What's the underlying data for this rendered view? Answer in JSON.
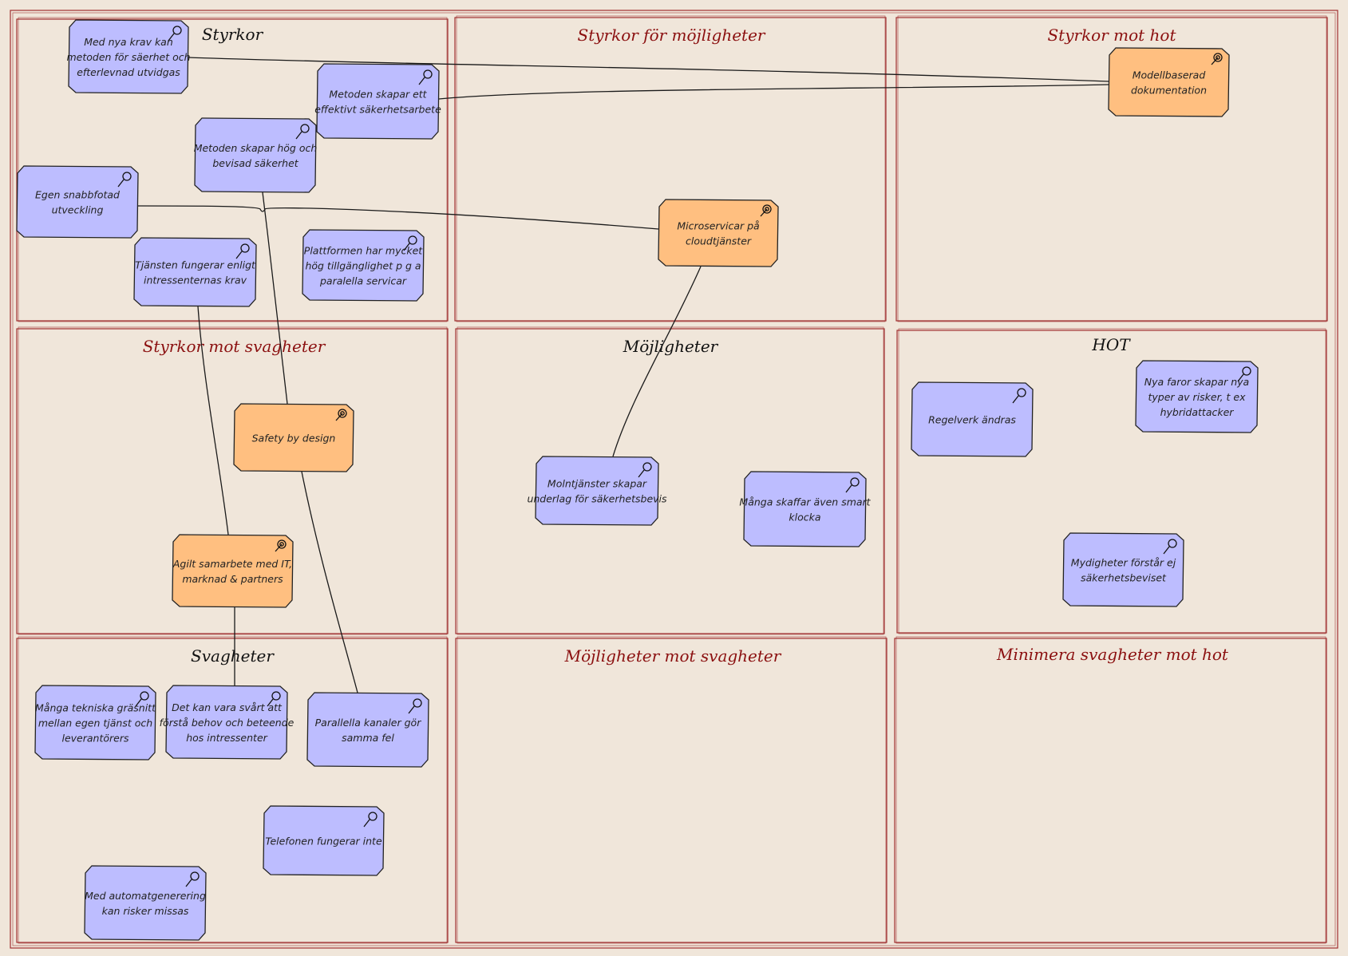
{
  "colors": {
    "background": "#f0e6da",
    "frame": "#a03030",
    "title_red": "#8b1010",
    "title_dark": "#111111",
    "note_blue": "#bdbdff",
    "note_orange": "#ffbf80"
  },
  "cells": [
    {
      "id": "c00",
      "title": "Styrkor",
      "style": "dark"
    },
    {
      "id": "c01",
      "title": "Styrkor för möjligheter",
      "style": "red"
    },
    {
      "id": "c02",
      "title": "Styrkor mot hot",
      "style": "red"
    },
    {
      "id": "c10",
      "title": "Styrkor mot svagheter",
      "style": "red"
    },
    {
      "id": "c11",
      "title": "Möjligheter",
      "style": "dark"
    },
    {
      "id": "c12",
      "title": "HOT",
      "style": "dark"
    },
    {
      "id": "c20",
      "title": "Svagheter",
      "style": "dark"
    },
    {
      "id": "c21",
      "title": "Möjligheter mot svagheter",
      "style": "red"
    },
    {
      "id": "c22",
      "title": "Minimera svagheter mot hot",
      "style": "red"
    }
  ],
  "notes": [
    {
      "id": "n1",
      "kind": "assessment",
      "color": "blue",
      "lines": [
        "Med nya krav kan",
        "metoden för säerhet och",
        "efterlevnad utvidgas"
      ]
    },
    {
      "id": "n2",
      "kind": "assessment",
      "color": "blue",
      "lines": [
        "Metoden skapar ett",
        "effektivt säkerhetsarbete"
      ]
    },
    {
      "id": "n3",
      "kind": "assessment",
      "color": "blue",
      "lines": [
        "Metoden skapar hög och",
        "bevisad säkerhet"
      ]
    },
    {
      "id": "n4",
      "kind": "assessment",
      "color": "blue",
      "lines": [
        "Egen snabbfotad",
        "utveckling"
      ]
    },
    {
      "id": "n5",
      "kind": "assessment",
      "color": "blue",
      "lines": [
        "Tjänsten fungerar enligt",
        "intressenternas krav"
      ]
    },
    {
      "id": "n6",
      "kind": "assessment",
      "color": "blue",
      "lines": [
        "Plattformen har mycket",
        "hög tillgänglighet p g a",
        "paralella servicar"
      ]
    },
    {
      "id": "n7",
      "kind": "goal",
      "color": "orange",
      "lines": [
        "Modellbaserad",
        "dokumentation"
      ]
    },
    {
      "id": "n8",
      "kind": "goal",
      "color": "orange",
      "lines": [
        "Microservicar på",
        "cloudtjänster"
      ]
    },
    {
      "id": "n9",
      "kind": "goal",
      "color": "orange",
      "lines": [
        "Safety by design"
      ]
    },
    {
      "id": "n10",
      "kind": "goal",
      "color": "orange",
      "lines": [
        "Agilt samarbete med IT,",
        "marknad & partners"
      ]
    },
    {
      "id": "n11",
      "kind": "assessment",
      "color": "blue",
      "lines": [
        "Molntjänster skapar",
        "underlag för säkerhetsbevis"
      ]
    },
    {
      "id": "n12",
      "kind": "assessment",
      "color": "blue",
      "lines": [
        "Många skaffar även smart",
        "klocka"
      ]
    },
    {
      "id": "n13",
      "kind": "assessment",
      "color": "blue",
      "lines": [
        "Regelverk ändras"
      ]
    },
    {
      "id": "n14",
      "kind": "assessment",
      "color": "blue",
      "lines": [
        "Nya faror skapar nya",
        "typer av risker, t ex",
        "hybridattacker"
      ]
    },
    {
      "id": "n15",
      "kind": "assessment",
      "color": "blue",
      "lines": [
        "Mydigheter förstår ej",
        "säkerhetsbeviset"
      ]
    },
    {
      "id": "n16",
      "kind": "assessment",
      "color": "blue",
      "lines": [
        "Många tekniska gräsnitt",
        "mellan egen tjänst och",
        "leverantörers"
      ]
    },
    {
      "id": "n17",
      "kind": "assessment",
      "color": "blue",
      "lines": [
        "Det kan vara svårt att",
        "förstå behov och beteende",
        "hos intressenter"
      ]
    },
    {
      "id": "n18",
      "kind": "assessment",
      "color": "blue",
      "lines": [
        "Parallella kanaler gör",
        "samma fel"
      ]
    },
    {
      "id": "n19",
      "kind": "assessment",
      "color": "blue",
      "lines": [
        "Telefonen fungerar inte"
      ]
    },
    {
      "id": "n20",
      "kind": "assessment",
      "color": "blue",
      "lines": [
        "Med automatgenerering",
        "kan risker missas"
      ]
    }
  ],
  "connections": [
    {
      "from": "n1",
      "to": "n7"
    },
    {
      "from": "n2",
      "to": "n7"
    },
    {
      "from": "n4",
      "to": "n8"
    },
    {
      "from": "n8",
      "to": "n11"
    },
    {
      "from": "n3",
      "to": "n9"
    },
    {
      "from": "n5",
      "to": "n10"
    },
    {
      "from": "n9",
      "to": "n18"
    },
    {
      "from": "n10",
      "to": "n17"
    }
  ]
}
